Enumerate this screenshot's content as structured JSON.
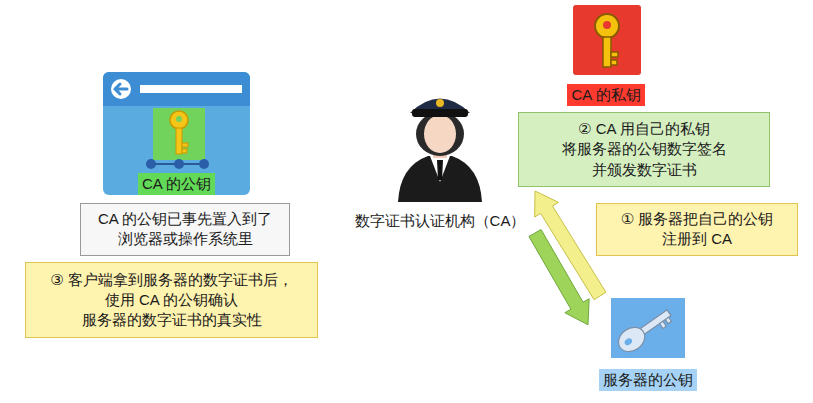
{
  "diagram": {
    "nodes": [
      {
        "text": [
          "CA 的公钥"
        ]
      },
      {
        "text": [
          "CA 的公钥已事先置入到了 浏览器或操作系统里"
        ]
      },
      {
        "text": [
          "③ 客户端拿到服务器的数字证书后， 使用 CA 的公钥确认 服务器的数字证书的真实性"
        ]
      },
      {
        "text": [
          "数字证书认证机构（CA）"
        ]
      },
      {
        "text": [
          "CA 的私钥"
        ]
      },
      {
        "text": [
          "② CA 用自己的私钥 将服务器的公钥数字签名 并颁发数字证书"
        ]
      },
      {
        "text": [
          "① 服务器把自己的公钥 注册到 CA"
        ]
      },
      {
        "text": [
          "服务器的公钥"
        ]
      }
    ],
    "edges": [
      {
        "from": 7,
        "to": 3,
        "arrow": "to"
      },
      {
        "from": 3,
        "to": 7,
        "arrow": "to"
      }
    ]
  }
}
